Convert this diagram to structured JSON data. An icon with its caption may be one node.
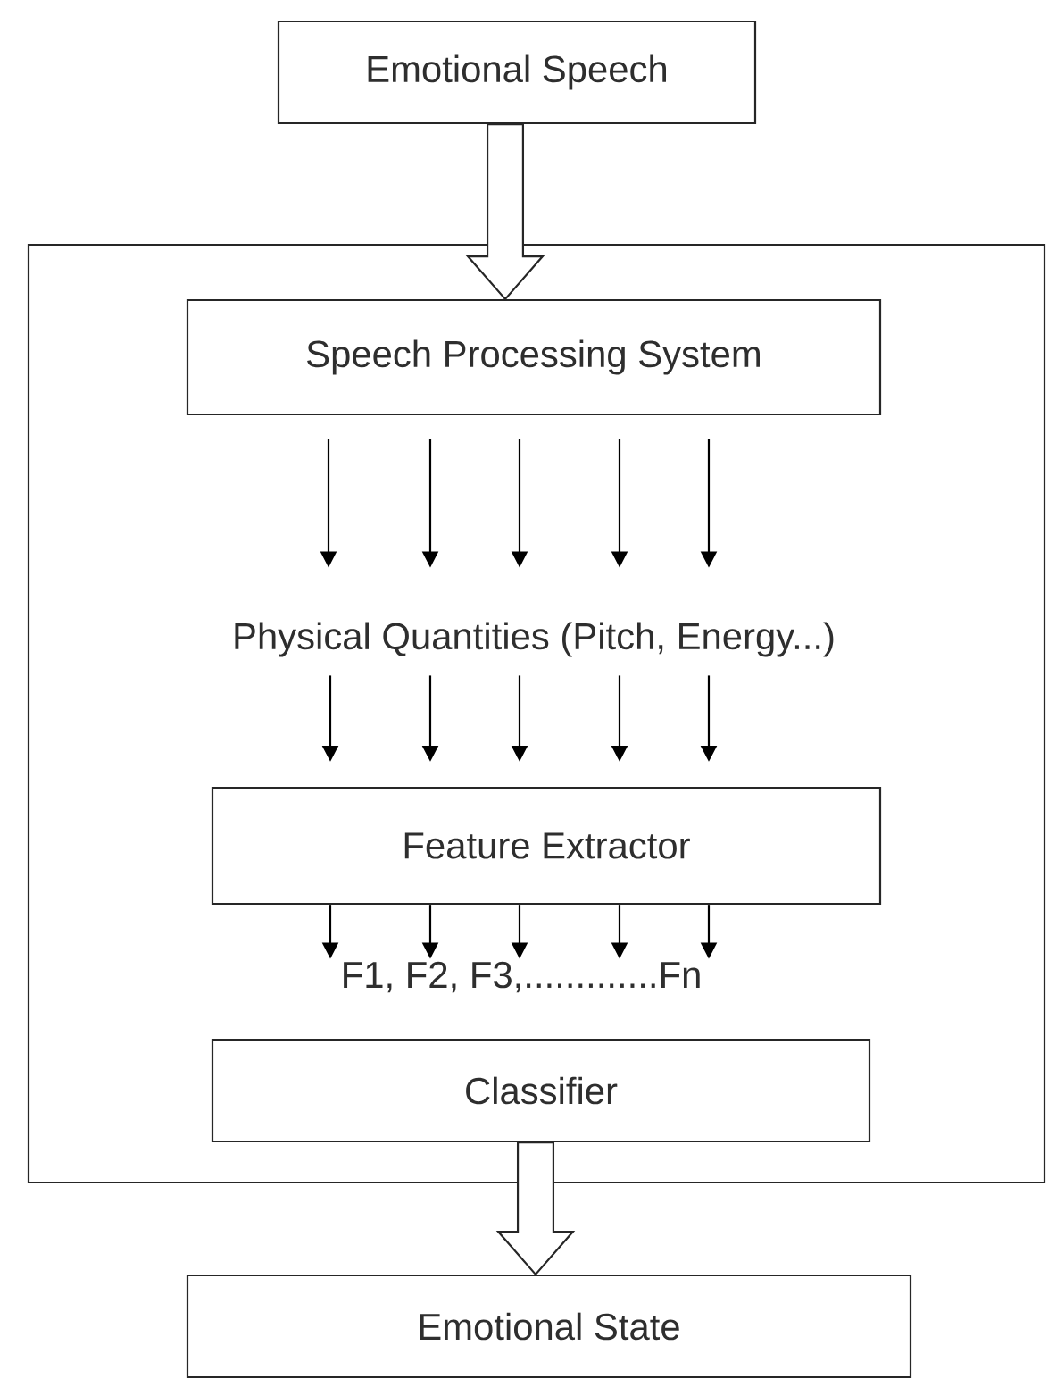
{
  "diagram": {
    "nodes": [
      {
        "text": [
          "Emotional Speech"
        ]
      },
      {
        "text": [],
        "shape": "box"
      },
      {
        "text": [
          "Speech Processing System"
        ],
        "in": 1
      },
      {
        "text": [
          "Physical Quantities (Pitch, Energy...)"
        ],
        "in": 1
      },
      {
        "text": [
          "Feature Extractor"
        ],
        "in": 1
      },
      {
        "text": [
          "F1, F2, F3,.............Fn"
        ],
        "in": 1
      },
      {
        "text": [
          "Classifier"
        ],
        "in": 1
      },
      {
        "text": [
          "Emotional State"
        ]
      }
    ],
    "edges": [
      {
        "from": 0,
        "to": 2,
        "arrow": "to",
        "style": "thick"
      },
      {
        "from": 2,
        "to": 3,
        "arrow": "to"
      },
      {
        "from": 2,
        "to": 3,
        "arrow": "to"
      },
      {
        "from": 2,
        "to": 3,
        "arrow": "to"
      },
      {
        "from": 2,
        "to": 3,
        "arrow": "to"
      },
      {
        "from": 2,
        "to": 3,
        "arrow": "to"
      },
      {
        "from": 3,
        "to": 4,
        "arrow": "to"
      },
      {
        "from": 3,
        "to": 4,
        "arrow": "to"
      },
      {
        "from": 3,
        "to": 4,
        "arrow": "to"
      },
      {
        "from": 3,
        "to": 4,
        "arrow": "to"
      },
      {
        "from": 3,
        "to": 4,
        "arrow": "to"
      },
      {
        "from": 4,
        "to": 5,
        "arrow": "to"
      },
      {
        "from": 4,
        "to": 5,
        "arrow": "to"
      },
      {
        "from": 4,
        "to": 5,
        "arrow": "to"
      },
      {
        "from": 4,
        "to": 5,
        "arrow": "to"
      },
      {
        "from": 4,
        "to": 5,
        "arrow": "to"
      },
      {
        "from": 6,
        "to": 7,
        "arrow": "to",
        "style": "thick"
      }
    ]
  }
}
